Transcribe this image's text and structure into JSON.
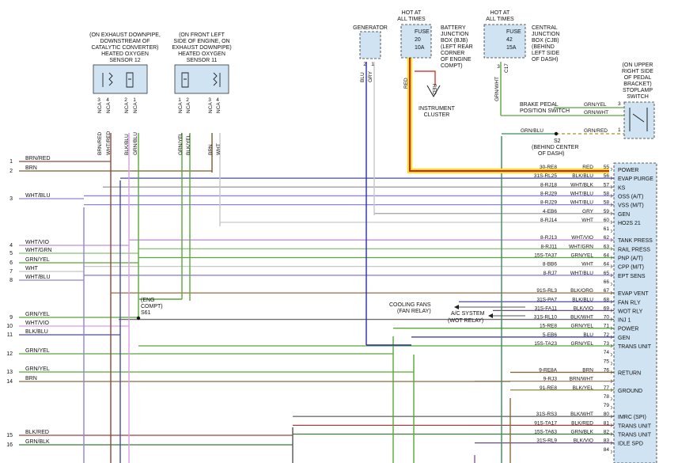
{
  "left_pins": [
    {
      "num": "1",
      "label": "BRN/RED",
      "color": "#8b4a3a"
    },
    {
      "num": "2",
      "label": "BRN",
      "color": "#7a5a2a"
    },
    {
      "num": "3",
      "label": "WHT/BLU",
      "color": "#8f84d8"
    },
    {
      "num": "4",
      "label": "WHT/VIO",
      "color": "#c090d8"
    },
    {
      "num": "5",
      "label": "WHT/GRN",
      "color": "#88c070"
    },
    {
      "num": "6",
      "label": "GRN/YEL",
      "color": "#58a838"
    },
    {
      "num": "7",
      "label": "WHT",
      "color": "#c8c8c8"
    },
    {
      "num": "8",
      "label": "WHT/BLU",
      "color": "#8f84d8"
    },
    {
      "num": "9",
      "label": "GRN/YEL",
      "color": "#58a838"
    },
    {
      "num": "10",
      "label": "WHT/VIO",
      "color": "#d8a0e0"
    },
    {
      "num": "11",
      "label": "BLK/BLU",
      "color": "#4a4aa0"
    },
    {
      "num": "12",
      "label": "GRN/YEL",
      "color": "#58a838"
    },
    {
      "num": "13",
      "label": "GRN/YEL",
      "color": "#58a838"
    },
    {
      "num": "14",
      "label": "BRN",
      "color": "#8a6a3a"
    },
    {
      "num": "15",
      "label": "BLK/RED",
      "color": "#a04040"
    },
    {
      "num": "16",
      "label": "GRN/BLK",
      "color": "#3a7a3a"
    }
  ],
  "pcm_pins": [
    {
      "circuit": "30-RE8",
      "color": "RED",
      "pin": "55",
      "func": "POWER"
    },
    {
      "circuit": "31S-RL25",
      "color": "BLK/BLU",
      "pin": "56",
      "func": "EVAP PURGE"
    },
    {
      "circuit": "8-RJ18",
      "color": "WHT/BLK",
      "pin": "57",
      "func": "KS"
    },
    {
      "circuit": "8-RJ29",
      "color": "WHT/BLU",
      "pin": "58",
      "func": "OSS  (A/T)"
    },
    {
      "circuit": "8-RJ29",
      "color": "WHT/BLU",
      "pin": "58",
      "func": "VSS  (M/T)"
    },
    {
      "circuit": "4-EB6",
      "color": "GRY",
      "pin": "59",
      "func": "GEN"
    },
    {
      "circuit": "8-RJ14",
      "color": "WHT",
      "pin": "60",
      "func": "HO2S 21"
    },
    {
      "circuit": "",
      "color": "",
      "pin": "61",
      "func": ""
    },
    {
      "circuit": "8-RJ13",
      "color": "WHT/VIO",
      "pin": "62",
      "func": "TANK PRESS"
    },
    {
      "circuit": "8-RJ11",
      "color": "WHT/GRN",
      "pin": "63",
      "func": "RAIL PRESS"
    },
    {
      "circuit": "15S-TA37",
      "color": "GRN/YEL",
      "pin": "64",
      "func": "PNP  (A/T)"
    },
    {
      "circuit": "8-BB6",
      "color": "WHT",
      "pin": "64",
      "func": "CPP  (M/T)"
    },
    {
      "circuit": "8-RJ7",
      "color": "WHT/BLU",
      "pin": "65",
      "func": "EPT SENS"
    },
    {
      "circuit": "",
      "color": "",
      "pin": "66",
      "func": ""
    },
    {
      "circuit": "91S-RL3",
      "color": "BLK/ORG",
      "pin": "67",
      "func": "EVAP VENT"
    },
    {
      "circuit": "31S-PA7",
      "color": "BLK/BLU",
      "pin": "68",
      "func": "FAN RLY"
    },
    {
      "circuit": "31S-FA11",
      "color": "BLK/VIO",
      "pin": "69",
      "func": "WOT RLY"
    },
    {
      "circuit": "31S-RL10",
      "color": "BLK/WHT",
      "pin": "70",
      "func": "INJ 1"
    },
    {
      "circuit": "15-RE8",
      "color": "GRN/YEL",
      "pin": "71",
      "func": "POWER"
    },
    {
      "circuit": "5-EB6",
      "color": "BLU",
      "pin": "72",
      "func": "GEN"
    },
    {
      "circuit": "15S-TA23",
      "color": "GRN/YEL",
      "pin": "73",
      "func": "TRANS UNIT"
    },
    {
      "circuit": "",
      "color": "",
      "pin": "74",
      "func": ""
    },
    {
      "circuit": "",
      "color": "",
      "pin": "75",
      "func": ""
    },
    {
      "circuit": "9-RE8A",
      "color": "BRN",
      "pin": "76",
      "func": "RETURN"
    },
    {
      "circuit": "9-RJ3",
      "color": "BRN/WHT",
      "pin": "",
      "func": ""
    },
    {
      "circuit": "91-RE8",
      "color": "BLK/YEL",
      "pin": "77",
      "func": "GROUND"
    },
    {
      "circuit": "",
      "color": "",
      "pin": "78",
      "func": ""
    },
    {
      "circuit": "",
      "color": "",
      "pin": "79",
      "func": ""
    },
    {
      "circuit": "31S-RS3",
      "color": "BLK/WHT",
      "pin": "80",
      "func": "IMRC (SPI)"
    },
    {
      "circuit": "91S-TA17",
      "color": "BLK/RED",
      "pin": "81",
      "func": "TRANS UNIT"
    },
    {
      "circuit": "15S-TA63",
      "color": "GRN/BLK",
      "pin": "82",
      "func": "TRANS UNIT"
    },
    {
      "circuit": "31S-RL9",
      "color": "BLK/VIO",
      "pin": "83",
      "func": "IDLE SPD"
    },
    {
      "circuit": "",
      "color": "",
      "pin": "84",
      "func": ""
    }
  ],
  "sensor12": {
    "l1": "(ON EXHAUST DOWNPIPE,",
    "l2": "DOWNSTREAM OF",
    "l3": "CATALYTIC CONVERTER)",
    "l4": "HEATED OXYGEN",
    "l5": "SENSOR 12",
    "pins": [
      "3",
      "4",
      "2",
      "1"
    ],
    "ncas": [
      "NCA",
      "NCA",
      "NCA",
      "NCA"
    ],
    "wires": [
      "BRN/RED",
      "WHT/RED",
      "BLK/BLU",
      "GRN/BLU"
    ]
  },
  "sensor11": {
    "l1": "(ON FRONT LEFT",
    "l2": "SIDE OF ENGINE, ON",
    "l3": "EXHAUST DOWNPIPE)",
    "l4": "HEATED OXYGEN",
    "l5": "SENSOR 11",
    "pins": [
      "1",
      "2",
      "3",
      "4"
    ],
    "ncas": [
      "NCA",
      "NCA",
      "NCA",
      "NCA"
    ],
    "wires": [
      "GRN/YEL",
      "BLK/YEL",
      "BRN",
      "WHT"
    ]
  },
  "generator": {
    "label": "GENERATOR",
    "pins": [
      "2",
      "1"
    ],
    "wires": [
      "BLU",
      "GRY"
    ]
  },
  "bjb": {
    "hot1": "HOT AT",
    "hot2": "ALL TIMES",
    "fuse": "FUSE",
    "fnum": "20",
    "amp": "10A",
    "l1": "BATTERY",
    "l2": "JUNCTION",
    "l3": "BOX (BJB)",
    "l4": "(LEFT REAR",
    "l5": "CORNER",
    "l6": "OF ENGINE",
    "l7": "COMPT)",
    "wire1": "RED",
    "wire2": "RED"
  },
  "cjb": {
    "hot1": "HOT AT",
    "hot2": "ALL TIMES",
    "fuse": "FUSE",
    "fnum": "42",
    "amp": "15A",
    "l1": "CENTRAL",
    "l2": "JUNCTION",
    "l3": "BOX (CJB)",
    "l4": "(BEHIND",
    "l5": "LEFT SIDE",
    "l6": "OF DASH)",
    "pin": "3",
    "conn": "C17",
    "wire": "GRN/WHT"
  },
  "cluster": {
    "l1": "INSTRUMENT",
    "l2": "CLUSTER"
  },
  "stoplamp": {
    "l1": "(ON UPPER",
    "l2": "RIGHT SIDE",
    "l3": "OF PEDAL",
    "l4": "BRACKET)",
    "l5": "STOPLAMP",
    "l6": "SWITCH",
    "pin3": "3",
    "pin1": "1"
  },
  "brake": {
    "l1": "BRAKE PEDAL",
    "l2": "POSITION SWITCH",
    "w1": "GRN/YEL",
    "w2": "GRN/WHT",
    "w3": "GRN/RED",
    "w4": "GRN/BLU"
  },
  "s2": {
    "name": "S2",
    "l1": "(BEHIND CENTER",
    "l2": "OF DASH)"
  },
  "s61": {
    "l1": "(ENG",
    "l2": "COMPT)",
    "name": "S61"
  },
  "fans": {
    "l1": "COOLING FANS",
    "l2": "(FAN RELAY)"
  },
  "ac": {
    "l1": "A/C SYSTEM",
    "l2": "(WOT RELAY)"
  }
}
